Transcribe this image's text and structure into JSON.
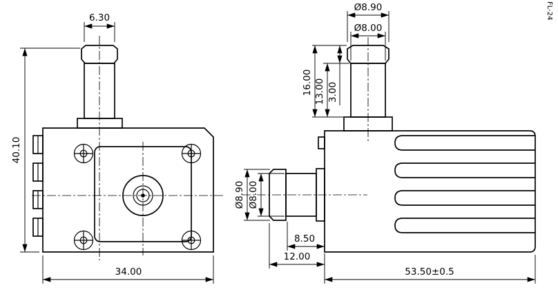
{
  "drawing": {
    "corner_note": "FL-24",
    "front_view": {
      "dim_nozzle": "6.30",
      "dim_height": "40.10",
      "dim_width": "34.00"
    },
    "side_view": {
      "dim_top_od": "Ø8.90",
      "dim_top_neck": "Ø8.00",
      "dim_fitting_height": "16.00",
      "dim_neck_height": "13.00",
      "dim_barb_height": "3.00",
      "dim_side_od": "Ø8.90",
      "dim_side_neck": "Ø8.00",
      "dim_neck_length": "8.50",
      "dim_fitting_length": "12.00",
      "dim_body_length": "53.50±0.5"
    }
  }
}
